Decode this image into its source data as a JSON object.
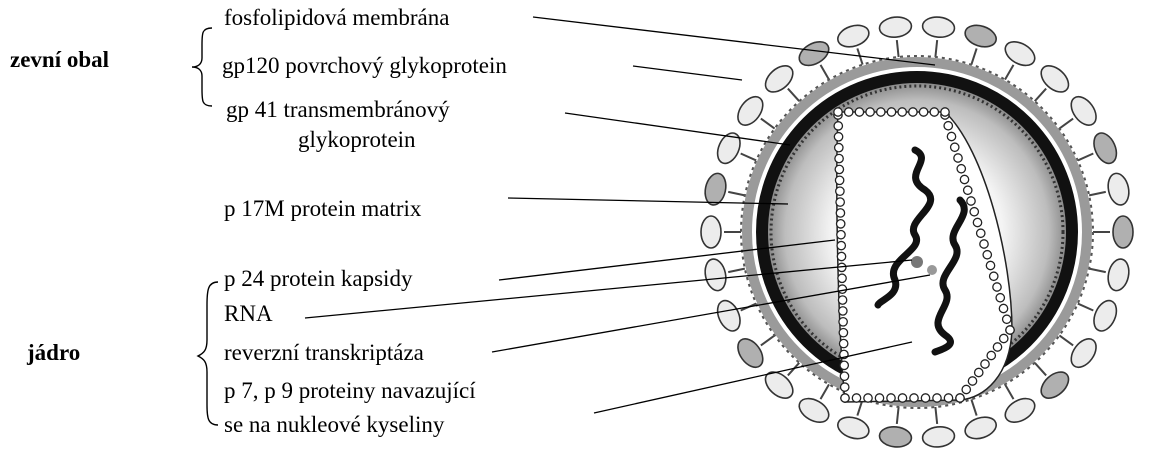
{
  "groups": {
    "envelope": "zevní obal",
    "core": "jádro"
  },
  "labels": {
    "phospholipid": "fosfolipidová membrána",
    "gp120": "gp120 povrchový glykoprotein",
    "gp41_line1": "gp 41 transmembránový",
    "gp41_line2": "glykoprotein",
    "p17": "p 17M  protein matrix",
    "p24": "p  24 protein kapsidy",
    "rna": "RNA",
    "rt": "reverzní transkriptáza",
    "p7p9_line1": "p 7, p 9 proteiny navazující",
    "p7p9_line2": "se na nukleové kyseliny"
  },
  "colors": {
    "ink": "#000000",
    "membrane": "#1a1a1a",
    "matrix_fill": "#bdbdbd",
    "background": "#ffffff"
  }
}
